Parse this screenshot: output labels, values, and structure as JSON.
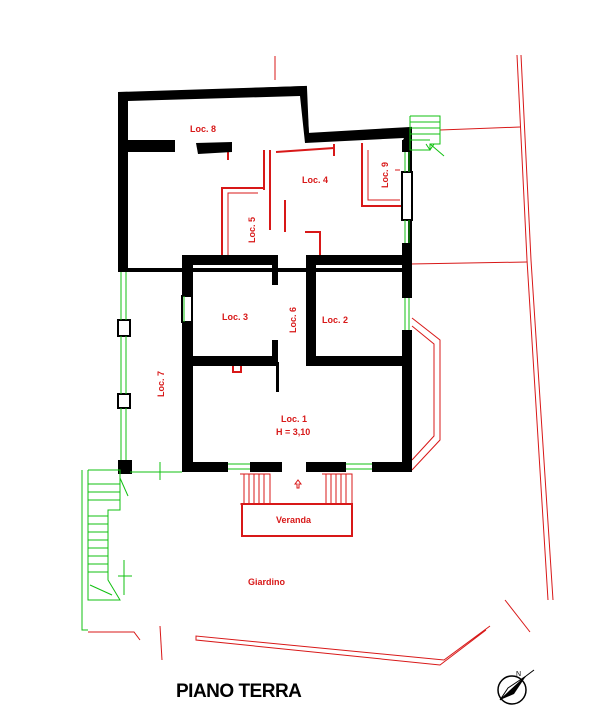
{
  "title": "PIANO TERRA",
  "rooms": {
    "loc8": "Loc. 8",
    "loc4": "Loc. 4",
    "loc9": "Loc. 9",
    "loc5": "Loc. 5",
    "loc3": "Loc. 3",
    "loc6": "Loc. 6",
    "loc2": "Loc. 2",
    "loc7": "Loc. 7",
    "loc1": "Loc. 1",
    "loc1_height": "H = 3,10",
    "veranda": "Veranda",
    "giardino": "Giardino"
  },
  "compass": {
    "north_label": "N"
  },
  "colors": {
    "walls": "#000000",
    "annotations": "#d81818",
    "stairs": "#10c010"
  }
}
